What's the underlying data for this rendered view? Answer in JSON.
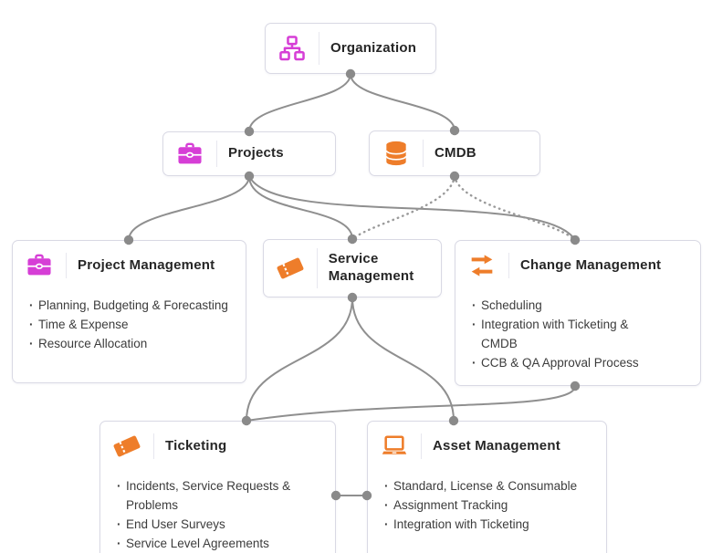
{
  "diagram": {
    "colors": {
      "magenta": "#d63ed6",
      "orange": "#ee7d2a",
      "connector": "#8f8f8f",
      "box_border": "#d9d9e4"
    },
    "nodes": [
      {
        "id": "organization",
        "label": "Organization",
        "icon": "org-chart-icon",
        "bullets": []
      },
      {
        "id": "projects",
        "label": "Projects",
        "icon": "briefcase-icon",
        "bullets": []
      },
      {
        "id": "cmdb",
        "label": "CMDB",
        "icon": "database-icon",
        "bullets": []
      },
      {
        "id": "project-management",
        "label": "Project Management",
        "icon": "briefcase-icon",
        "bullets": [
          "Planning, Budgeting & Forecasting",
          "Time & Expense",
          "Resource Allocation"
        ]
      },
      {
        "id": "service-management",
        "label": "Service Management",
        "icon": "ticket-icon",
        "bullets": []
      },
      {
        "id": "change-management",
        "label": "Change Management",
        "icon": "swap-arrows-icon",
        "bullets": [
          "Scheduling",
          "Integration with Ticketing & CMDB",
          "CCB & QA Approval Process"
        ]
      },
      {
        "id": "ticketing",
        "label": "Ticketing",
        "icon": "ticket-icon",
        "bullets": [
          "Incidents, Service Requests & Problems",
          "End User Surveys",
          "Service Level Agreements"
        ]
      },
      {
        "id": "asset-management",
        "label": "Asset Management",
        "icon": "laptop-icon",
        "bullets": [
          "Standard, License & Consumable",
          "Assignment Tracking",
          "Integration with Ticketing"
        ]
      }
    ],
    "edges": [
      {
        "from": "organization",
        "to": "projects",
        "style": "solid"
      },
      {
        "from": "organization",
        "to": "cmdb",
        "style": "solid"
      },
      {
        "from": "projects",
        "to": "project-management",
        "style": "solid"
      },
      {
        "from": "projects",
        "to": "service-management",
        "style": "solid"
      },
      {
        "from": "projects",
        "to": "change-management",
        "style": "solid"
      },
      {
        "from": "cmdb",
        "to": "service-management",
        "style": "dotted"
      },
      {
        "from": "cmdb",
        "to": "change-management",
        "style": "dotted"
      },
      {
        "from": "service-management",
        "to": "ticketing",
        "style": "solid"
      },
      {
        "from": "service-management",
        "to": "asset-management",
        "style": "solid"
      },
      {
        "from": "change-management",
        "to": "ticketing",
        "style": "solid"
      },
      {
        "from": "ticketing",
        "to": "asset-management",
        "style": "solid"
      }
    ]
  }
}
